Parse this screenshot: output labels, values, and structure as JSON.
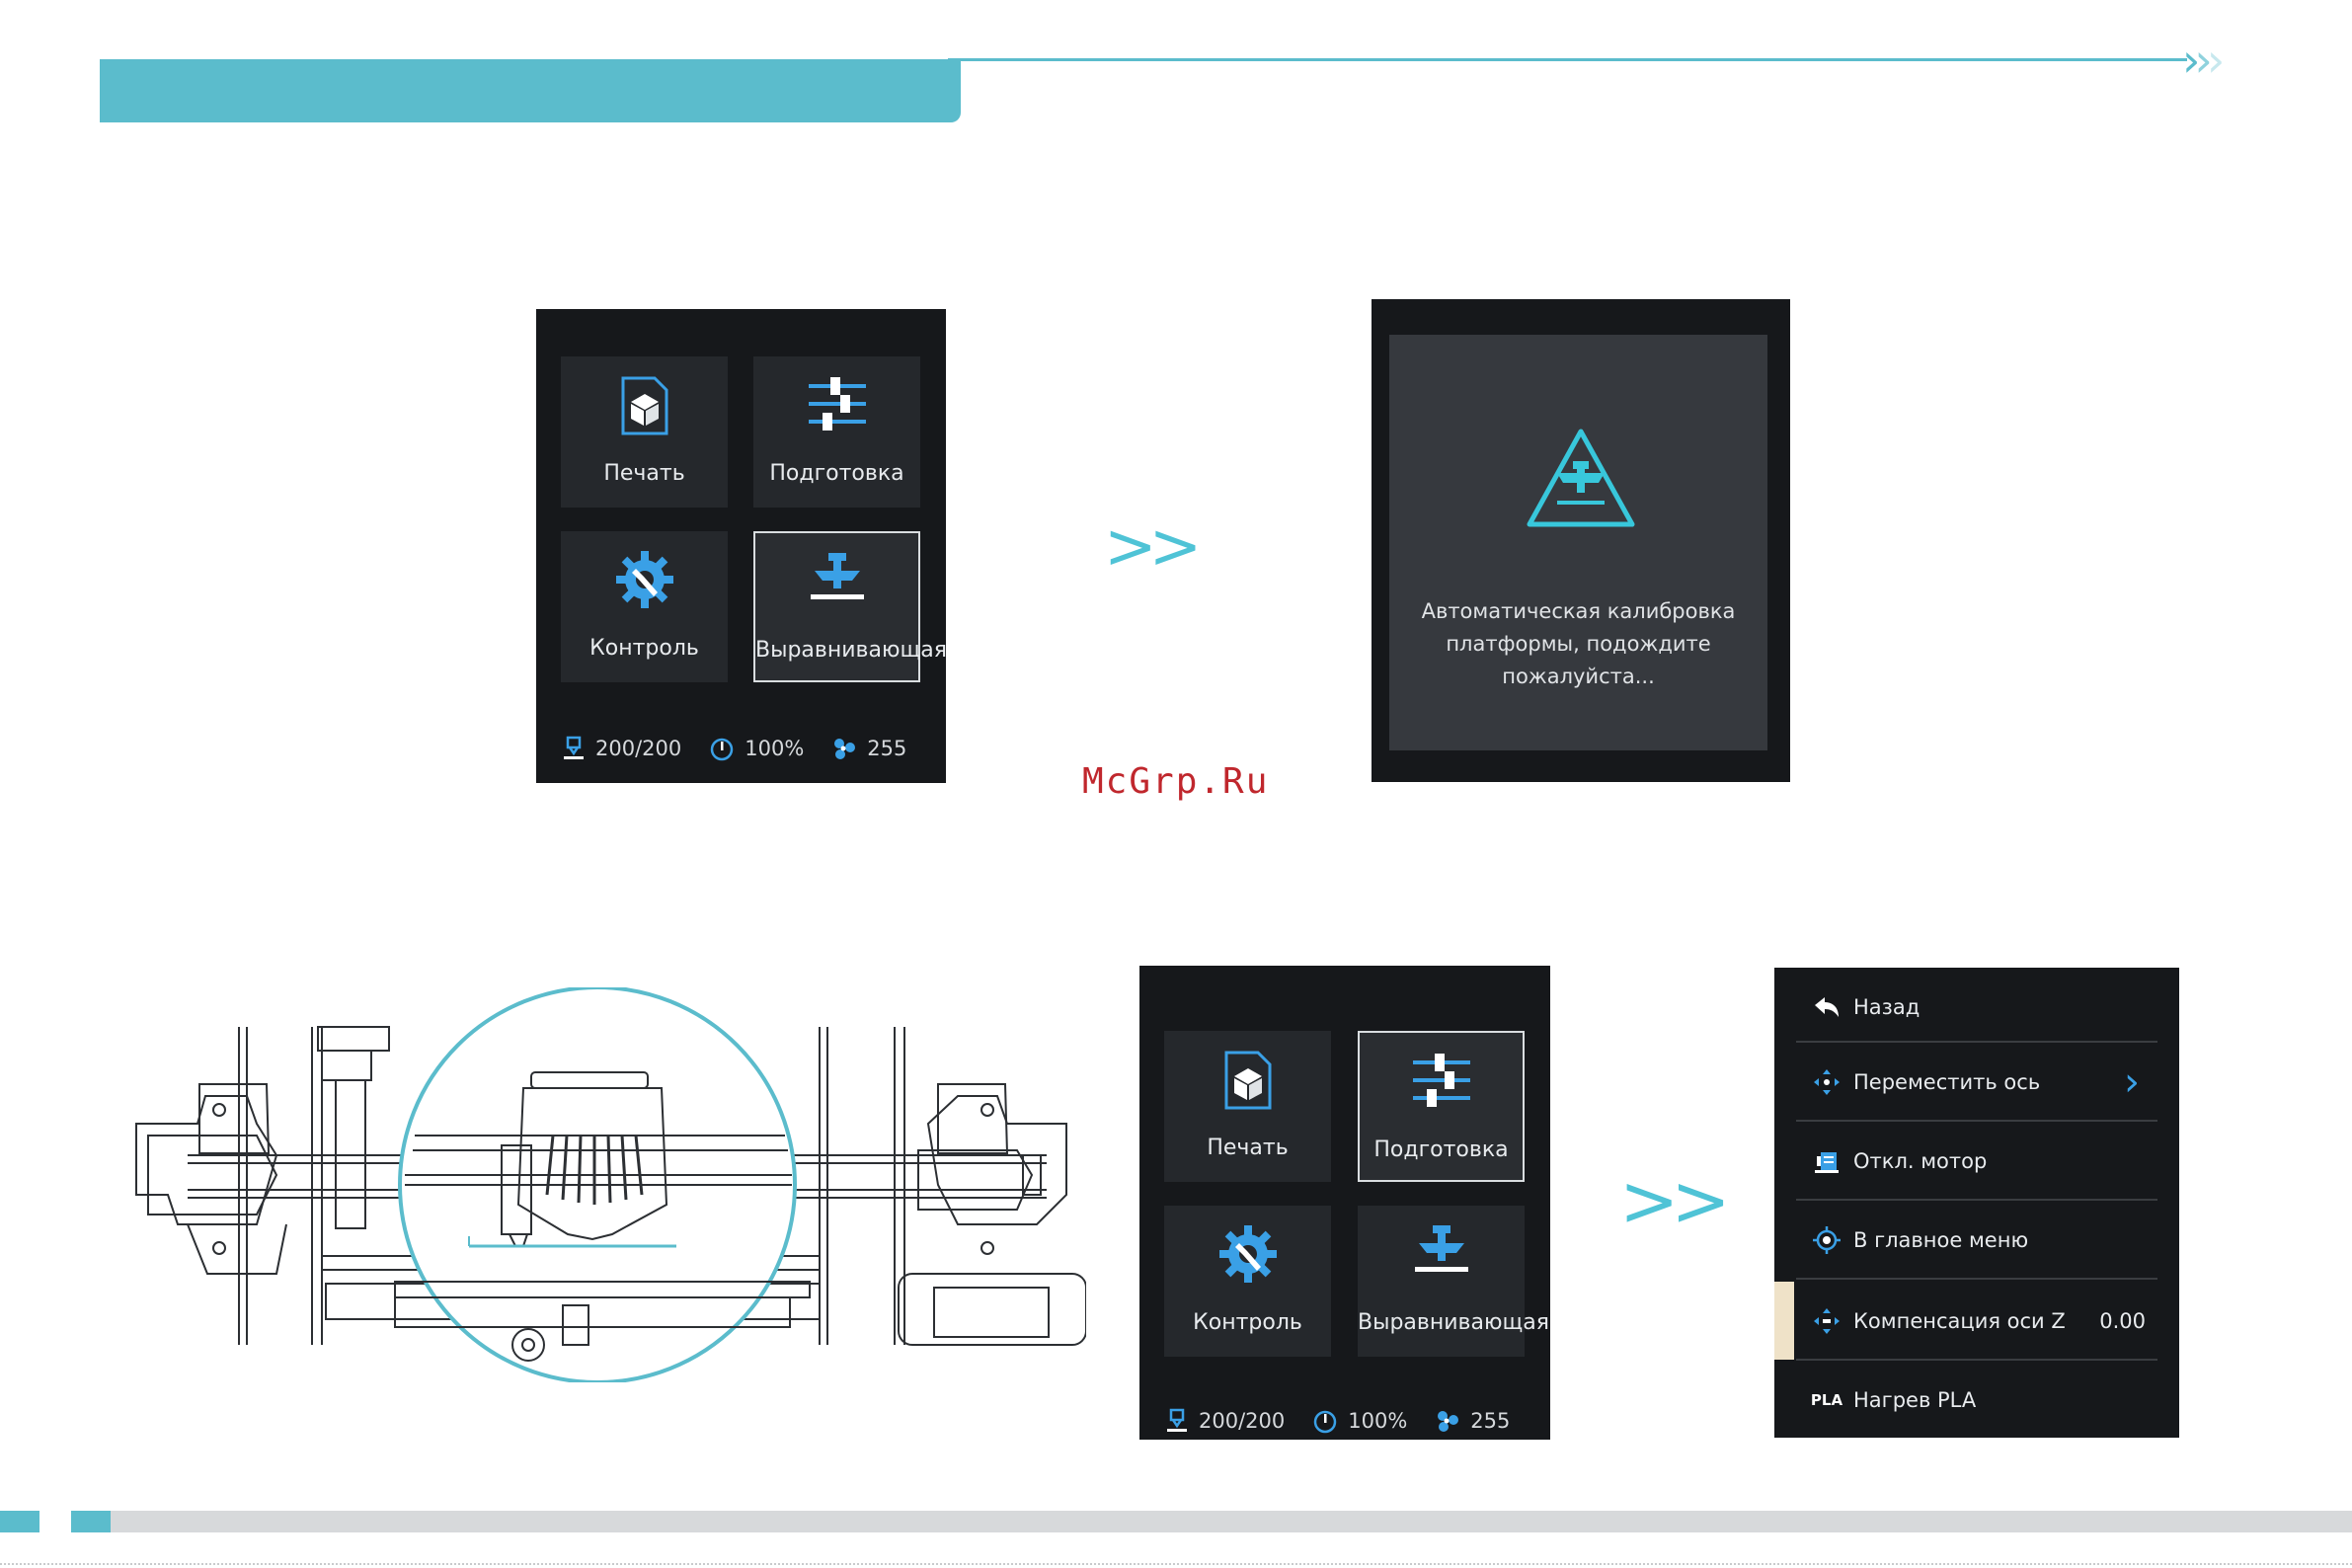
{
  "header": {
    "accent_color": "#5bbccc",
    "chevrons": "›››"
  },
  "screen1": {
    "tiles": [
      {
        "label": "Печать",
        "icon": "print-file-icon"
      },
      {
        "label": "Подготовка",
        "icon": "prepare-sliders-icon"
      },
      {
        "label": "Контроль",
        "icon": "control-gear-icon"
      },
      {
        "label": "Выравнивающая",
        "icon": "leveling-icon",
        "selected": true
      }
    ],
    "status": {
      "temp": "200/200",
      "speed": "100%",
      "fan": "255"
    }
  },
  "arrow1": ">>",
  "screen2": {
    "icon": "auto-leveling-icon",
    "message_line1": "Автоматическая калибровка",
    "message_line2": "платформы, подождите",
    "message_line3": "пожалуйста..."
  },
  "watermark": "McGrp.Ru",
  "illustration": {
    "name": "printer-nozzle-illustration"
  },
  "screen3": {
    "tiles": [
      {
        "label": "Печать",
        "icon": "print-file-icon"
      },
      {
        "label": "Подготовка",
        "icon": "prepare-sliders-icon",
        "selected": true
      },
      {
        "label": "Контроль",
        "icon": "control-gear-icon"
      },
      {
        "label": "Выравнивающая",
        "icon": "leveling-icon"
      }
    ],
    "status": {
      "temp": "200/200",
      "speed": "100%",
      "fan": "255"
    }
  },
  "arrow2": ">>",
  "screen4": {
    "items": [
      {
        "label": "Назад",
        "icon": "back-arrow-icon"
      },
      {
        "label": "Переместить ось",
        "icon": "move-axis-icon",
        "chevron": "›"
      },
      {
        "label": "Откл. мотор",
        "icon": "motor-off-icon"
      },
      {
        "label": "В главное меню",
        "icon": "home-icon"
      },
      {
        "label": "Компенсация оси Z",
        "icon": "z-offset-icon",
        "value": "0.00",
        "highlighted": true
      },
      {
        "label": "Нагрев PLA",
        "icon": "pla-icon",
        "icon_text": "PLA"
      }
    ]
  },
  "footer": {
    "accent_color": "#5bbccc",
    "bar_color": "#d7d9db"
  }
}
